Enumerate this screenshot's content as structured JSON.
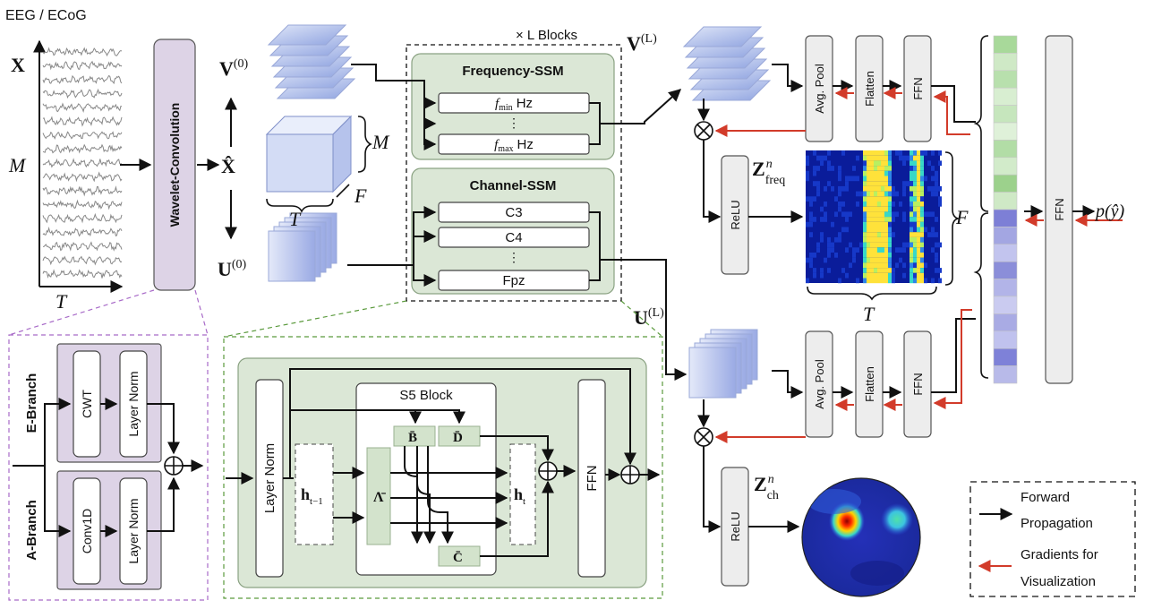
{
  "labels": {
    "eeg": "EEG / ECoG",
    "x": "X",
    "m": "M",
    "t": "T",
    "f": "F",
    "wavelet": "Wavelet-Convolution",
    "xhat": "X̂",
    "v0": "V",
    "v0_sup": "(0)",
    "u0": "U",
    "u0_sup": "(0)",
    "vl": "V",
    "vl_sup": "(L)",
    "ul": "U",
    "ul_sup": "(L)",
    "blocks": "× L Blocks",
    "freq_ssm": "Frequency-SSM",
    "fmin": "f",
    "fmin_sub": "min",
    "hz": "Hz",
    "fmax": "f",
    "fmax_sub": "max",
    "dots": "⋮",
    "chan_ssm": "Channel-SSM",
    "c3": "C3",
    "c4": "C4",
    "fpz": "Fpz",
    "avg_pool": "Avg. Pool",
    "flatten": "Flatten",
    "ffn": "FFN",
    "relu": "ReLU",
    "zfreq": "Z",
    "zfreq_sub": "freq",
    "zch": "Z",
    "zch_sub": "ch",
    "n": "n",
    "output": "p(ŷ)",
    "e_branch": "E-Branch",
    "a_branch": "A-Branch",
    "cwt": "CWT",
    "conv1d": "Conv1D",
    "layer_norm": "Layer Norm",
    "s5_block": "S5 Block",
    "b_bar": "B̄",
    "d_bar": "D̄",
    "c_bar": "C̄",
    "lambda_bar": "Λ̄",
    "h_prev": "h",
    "h_prev_sub": "t−1",
    "h_t": "h",
    "h_t_sub": "t",
    "legend_forward_1": "Forward",
    "legend_forward_2": "Propagation",
    "legend_grad_1": "Gradients for",
    "legend_grad_2": "Visualization"
  },
  "colors": {
    "gradient_arrow": "#d23b2a",
    "ssm_fill": "#dbe7d6",
    "wavelet_fill": "#ddd3e6",
    "tensor_blue": "#aebde8"
  },
  "token_cells": [
    "#a8d99a",
    "#cfe9c6",
    "#b8e0ad",
    "#d8eed1",
    "#c6e6bd",
    "#dff1d9",
    "#b2dda6",
    "#d2ebca",
    "#9cd18c",
    "#cfe9c6",
    "#7d7fd6",
    "#a3a6e2",
    "#c2c4ee",
    "#8b8ed9",
    "#b2b4e8",
    "#cacbf0",
    "#a9abe4",
    "#c0c2ee",
    "#7e81d8",
    "#b8bae9"
  ]
}
